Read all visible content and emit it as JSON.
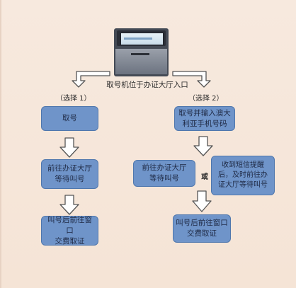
{
  "diagram": {
    "top_label": "取号机位于办证大厅入口",
    "option_1_label": "（选择 1）",
    "option_2_label": "（选择 2）",
    "or_label": "或",
    "left_steps": [
      "取号",
      "前往办证大厅\n等待叫号",
      "叫号后前往窗口\n交费取证"
    ],
    "right_steps": [
      "取号并输入澳大\n利亚手机号码",
      "前往办证大厅\n等待叫号",
      "收到短信提醒\n后，及时前往办\n证大厅等待叫号",
      "叫号后前往窗口\n交费取证"
    ]
  },
  "colors": {
    "background": "#f6e6da",
    "box_fill": "#6f94c9",
    "box_border": "#4f77ad",
    "arrow_outline": "#555555"
  },
  "icons": {
    "ticket_machine": "ticket-kiosk-icon"
  }
}
